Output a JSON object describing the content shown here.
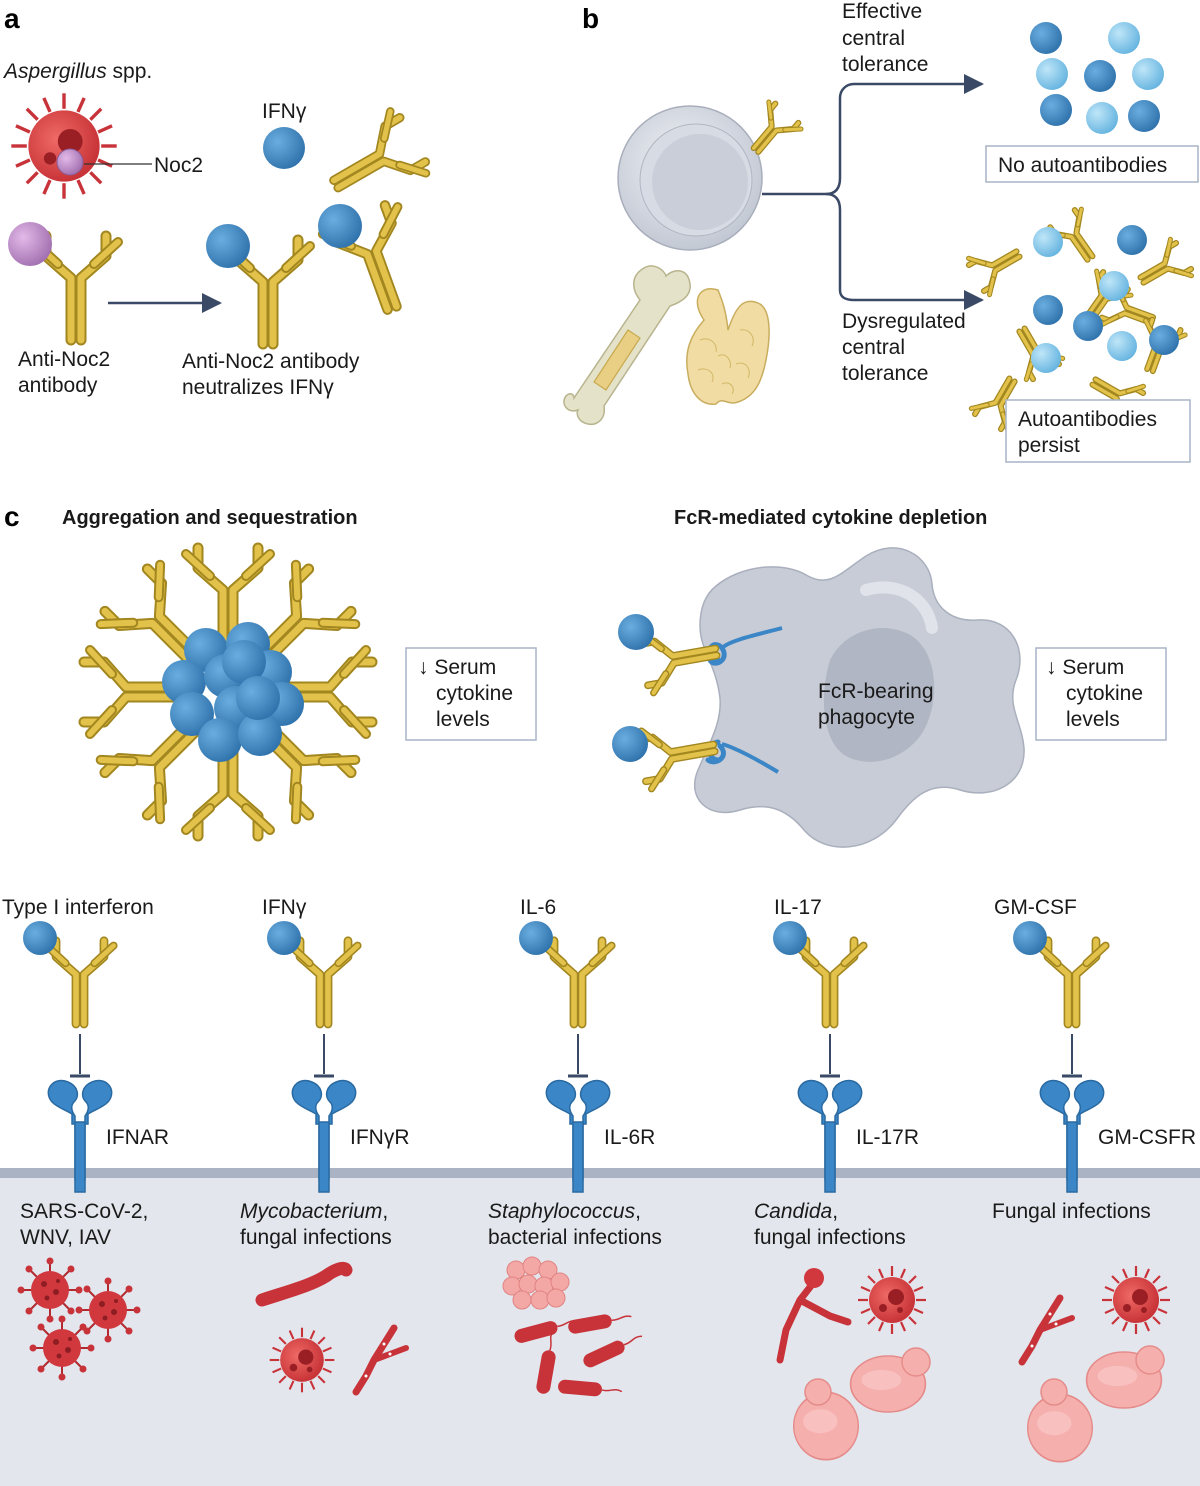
{
  "panels": {
    "a": "a",
    "b": "b",
    "c": "c"
  },
  "panel_a": {
    "organism": "Aspergillus",
    "organism_suffix": " spp.",
    "noc2_label": "Noc2",
    "ifng_label": "IFNγ",
    "anti_noc2_line1": "Anti-Noc2",
    "anti_noc2_line2": "antibody",
    "neutralizes_line1": "Anti-Noc2 antibody",
    "neutralizes_line2": "neutralizes IFNγ"
  },
  "panel_b": {
    "effective_line1": "Effective",
    "effective_line2": "central",
    "effective_line3": "tolerance",
    "dysregulated_line1": "Dysregulated",
    "dysregulated_line2": "central",
    "dysregulated_line3": "tolerance",
    "no_autoantibodies": "No autoantibodies",
    "persist_line1": "Autoantibodies",
    "persist_line2": "persist"
  },
  "panel_c": {
    "aggregation_title": "Aggregation and sequestration",
    "fcr_title": "FcR-mediated cytokine depletion",
    "serum_line1": "↓ Serum",
    "serum_line2": "cytokine",
    "serum_line3": "levels",
    "phagocyte_line1": "FcR-bearing",
    "phagocyte_line2": "phagocyte"
  },
  "cytokines": [
    {
      "cytokine": "Type I interferon",
      "receptor": "IFNAR",
      "infection_line1": "SARS-CoV-2,",
      "infection_line1_suffix": "",
      "infection_line2": "WNV, IAV"
    },
    {
      "cytokine": "IFNγ",
      "receptor": "IFNγR",
      "infection_line1": "Mycobacterium",
      "infection_line1_suffix": ",",
      "infection_line2": "fungal infections"
    },
    {
      "cytokine": "IL-6",
      "receptor": "IL-6R",
      "infection_line1": "Staphylococcus",
      "infection_line1_suffix": ",",
      "infection_line2": "bacterial infections"
    },
    {
      "cytokine": "IL-17",
      "receptor": "IL-17R",
      "infection_line1": "Candida",
      "infection_line1_suffix": ",",
      "infection_line2": "fungal infections"
    },
    {
      "cytokine": "GM-CSF",
      "receptor": "GM-CSFR",
      "infection_line1": "Fungal infections",
      "infection_line1_suffix": "",
      "infection_line2": ""
    }
  ],
  "colors": {
    "antibody_gold": "#d8b63a",
    "cytokine_blue": "#3f86c2",
    "cytokine_light_blue": "#8fcbec",
    "receptor_blue": "#3b86c6",
    "pathogen_red": "#c8333a",
    "yeast_pink": "#f3a3a3",
    "membrane": "#a9b3c4",
    "cell_grey": "#c9cdd6",
    "arrow_navy": "#3a4a66"
  }
}
